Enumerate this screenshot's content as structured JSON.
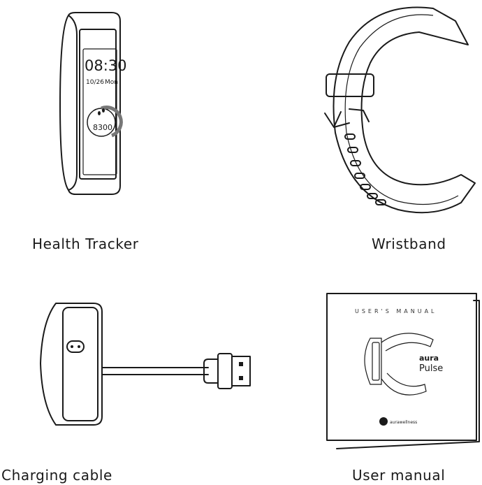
{
  "items": [
    {
      "caption": "Health Tracker"
    },
    {
      "caption": "Wristband"
    },
    {
      "caption": "Charging cable"
    },
    {
      "caption": "User manual"
    }
  ],
  "tracker_screen": {
    "time": "08:30",
    "date": "10/26",
    "day": "Mon",
    "steps": "8300"
  },
  "manual_cover": {
    "title": "USER'S MANUAL",
    "brand": "aura",
    "product": "Pulse",
    "publisher": "aurawellness"
  }
}
